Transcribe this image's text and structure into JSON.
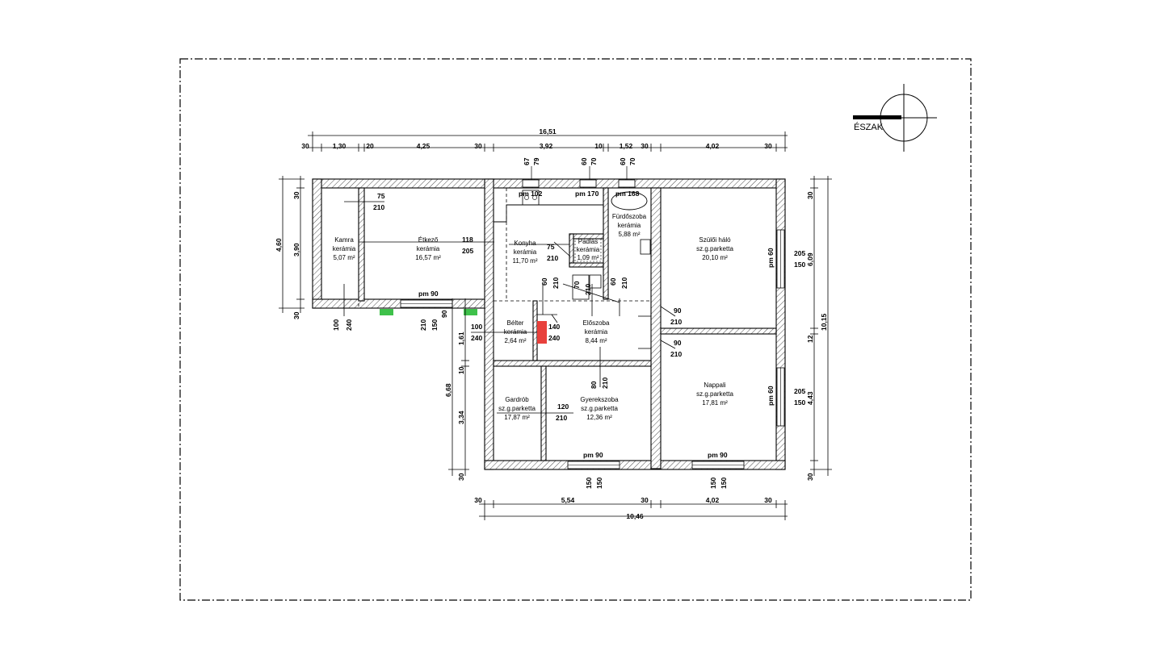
{
  "north": {
    "label": "ÉSZAK"
  },
  "dimensions": {
    "top_total": "16,51",
    "top_segments": [
      "30",
      "1,30",
      "20",
      "4,25",
      "30",
      "3,92",
      "10",
      "1,52",
      "30",
      "4,02",
      "30"
    ],
    "chimney_dims": [
      "67",
      "79",
      "60",
      "70",
      "60",
      "70"
    ],
    "bottom_total": "10,46",
    "bottom_segments": [
      "30",
      "5,54",
      "30",
      "4,02",
      "30"
    ],
    "left_outer": [
      "4,60",
      "30",
      "3,90",
      "30"
    ],
    "left_lower": [
      "1,61",
      "10",
      "6,68",
      "3,34",
      "30"
    ],
    "right_outer": [
      "30",
      "6,09",
      "12",
      "10,15",
      "4,43",
      "30"
    ]
  },
  "openings": {
    "window_pm": [
      "pm 102",
      "pm 170",
      "pm 168",
      "pm 90",
      "pm 90",
      "pm 90",
      "pm 60",
      "pm 60"
    ],
    "door_kamra": [
      "75",
      "210"
    ],
    "door_etkezo": [
      "118",
      "205"
    ],
    "door_konyha": [
      "75",
      "210"
    ],
    "door_eloszoba_left": [
      "60",
      "210"
    ],
    "door_furdo_a": [
      "70",
      "210"
    ],
    "door_furdo_b": [
      "60",
      "210"
    ],
    "door_szulo": [
      "90",
      "210"
    ],
    "door_nappali": [
      "90",
      "210"
    ],
    "door_gyerek": [
      "80",
      "210"
    ],
    "door_gardrob": [
      "120",
      "210"
    ],
    "door_belter": [
      "100",
      "240"
    ],
    "door_entry": [
      "140",
      "240"
    ],
    "window_right_1": [
      "205",
      "150"
    ],
    "window_right_2": [
      "205",
      "150"
    ],
    "sill_left": [
      "100",
      "240"
    ],
    "sill_etkezo": [
      "210",
      "150"
    ],
    "sill_90": "90",
    "sill_bottom_1": [
      "150",
      "150"
    ],
    "sill_bottom_2": [
      "150",
      "150"
    ]
  },
  "rooms": {
    "kamra": {
      "name": "Kamra",
      "floor": "kerámia",
      "area": "5,07 m²"
    },
    "etkezo": {
      "name": "Étkező",
      "floor": "kerámia",
      "area": "16,57 m²"
    },
    "konyha": {
      "name": "Konyha",
      "floor": "kerámia",
      "area": "11,70 m²"
    },
    "tarolo": {
      "name": "Padlás",
      "floor": "kerámia",
      "area": "1,09 m²"
    },
    "furdo": {
      "name": "Fürdőszoba",
      "floor": "kerámia",
      "area": "5,88 m²"
    },
    "szulo": {
      "name": "Szülői háló",
      "floor": "sz.g.parketta",
      "area": "20,10 m²"
    },
    "belter": {
      "name": "Bélter",
      "floor": "kerámia",
      "area": "2,64 m²"
    },
    "eloszoba": {
      "name": "Előszoba",
      "floor": "kerámia",
      "area": "8,44 m²"
    },
    "gardrob": {
      "name": "Gardrób",
      "floor": "sz.g.parketta",
      "area": "17,87 m²"
    },
    "gyerek": {
      "name": "Gyerekszoba",
      "floor": "sz.g.parketta",
      "area": "12,36 m²"
    },
    "nappali": {
      "name": "Nappali",
      "floor": "sz.g.parketta",
      "area": "17,81 m²"
    }
  },
  "colors": {
    "line": "#000000",
    "marker_red": "#e8413c",
    "marker_green": "#3ec14a"
  }
}
